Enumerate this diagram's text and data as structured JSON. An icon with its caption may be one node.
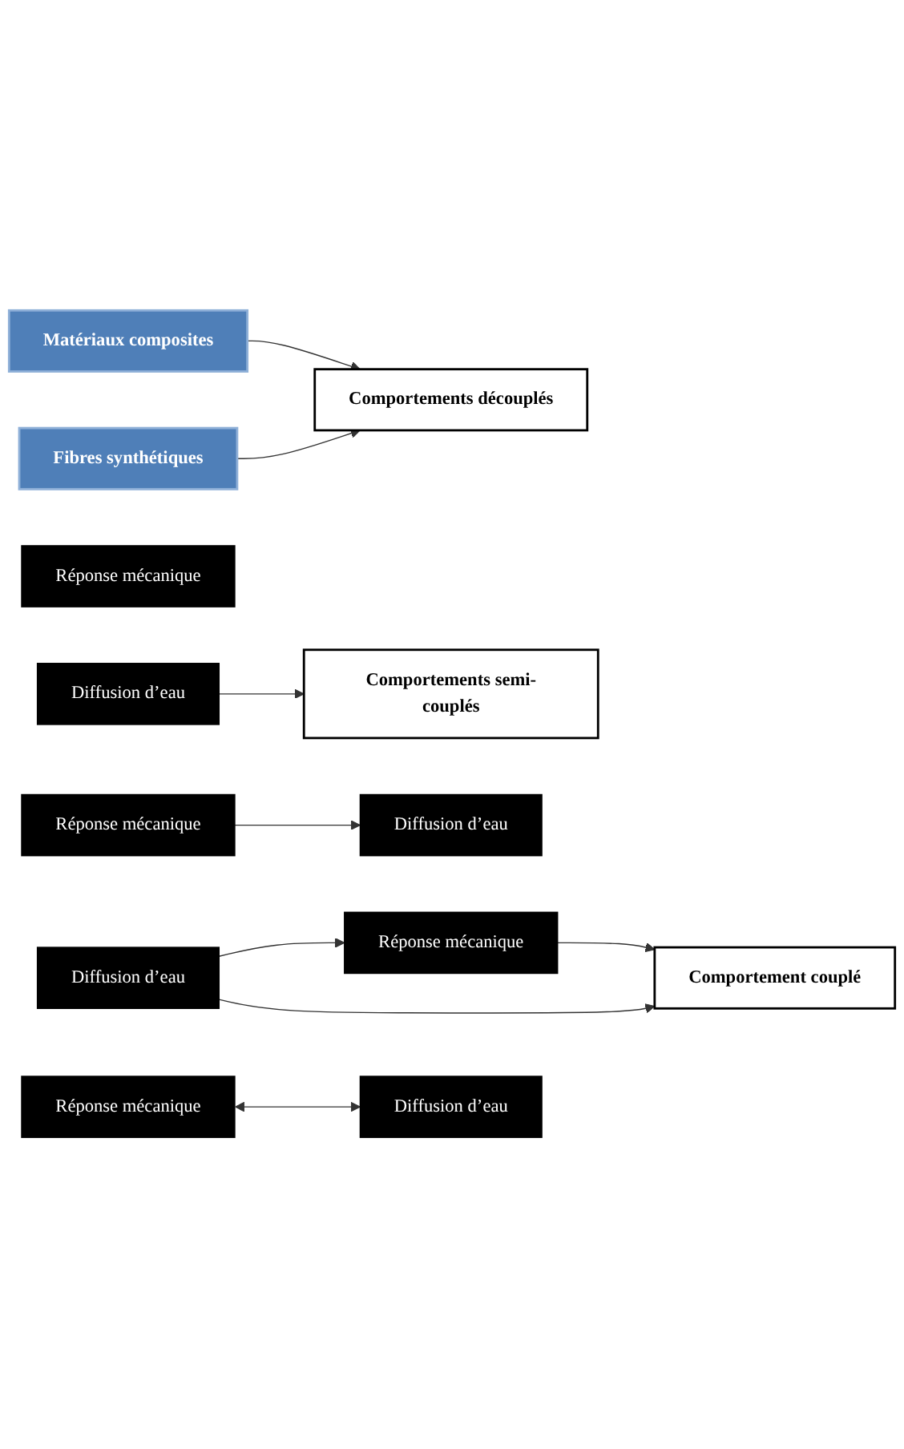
{
  "diagram": {
    "nodes": [
      {
        "text": [
          "Matériaux composites"
        ]
      },
      {
        "text": [
          "Fibres synthétiques"
        ]
      },
      {
        "text": [
          "Comportements découplés"
        ]
      },
      {
        "text": [
          "Réponse mécanique"
        ]
      },
      {
        "text": [
          "Diffusion d’eau"
        ]
      },
      {
        "text": [
          "Comportements semi-couplés"
        ]
      },
      {
        "text": [
          "Réponse mécanique"
        ]
      },
      {
        "text": [
          "Diffusion d’eau"
        ]
      },
      {
        "text": [
          "Réponse mécanique"
        ]
      },
      {
        "text": [
          "Diffusion d’eau"
        ]
      },
      {
        "text": [
          "Comportement couplé"
        ]
      },
      {
        "text": [
          "Réponse mécanique"
        ]
      },
      {
        "text": [
          "Diffusion d’eau"
        ]
      }
    ],
    "edges": [
      {
        "from": 0,
        "to": 2,
        "arrow": "to"
      },
      {
        "from": 1,
        "to": 2,
        "arrow": "to"
      },
      {
        "from": 4,
        "to": 5,
        "arrow": "to"
      },
      {
        "from": 6,
        "to": 7,
        "arrow": "to"
      },
      {
        "from": 9,
        "to": 8,
        "arrow": "to"
      },
      {
        "from": 8,
        "to": 10,
        "arrow": "to"
      },
      {
        "from": 9,
        "to": 10,
        "arrow": "to"
      },
      {
        "from": 11,
        "to": 12,
        "arrow": "both"
      }
    ]
  }
}
